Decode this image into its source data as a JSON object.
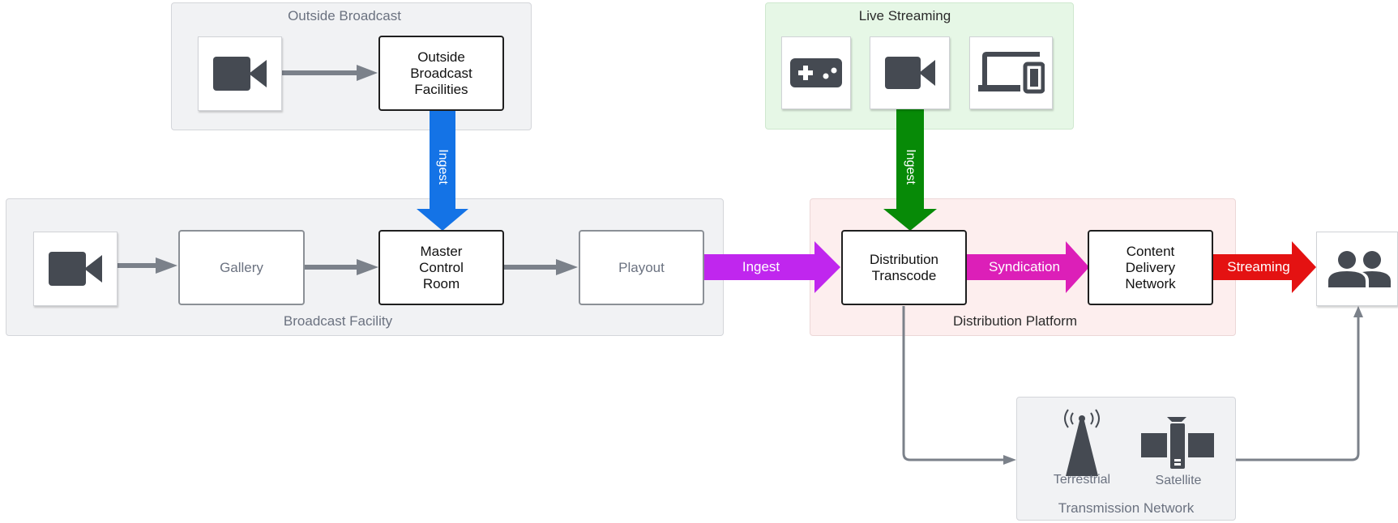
{
  "groups": {
    "outside_broadcast": "Outside Broadcast",
    "live_streaming": "Live Streaming",
    "broadcast_facility": "Broadcast Facility",
    "distribution_platform": "Distribution Platform",
    "transmission_network": "Transmission Network"
  },
  "nodes": {
    "ob_facilities": "Outside\nBroadcast\nFacilities",
    "gallery": "Gallery",
    "master_control_room": "Master\nControl\nRoom",
    "playout": "Playout",
    "distribution_transcode": "Distribution\nTranscode",
    "cdn": "Content\nDelivery\nNetwork"
  },
  "flows": {
    "ob_ingest": "Ingest",
    "live_ingest": "Ingest",
    "playout_ingest": "Ingest",
    "syndication": "Syndication",
    "streaming": "Streaming"
  },
  "icons": {
    "terrestrial": "Terrestrial",
    "satellite": "Satellite",
    "ob_camera": "video-camera-icon",
    "live_gamepad": "gamepad-icon",
    "live_camera": "video-camera-icon",
    "live_devices": "devices-icon",
    "bf_camera": "video-camera-icon",
    "audience": "users-icon",
    "antenna": "antenna-icon",
    "satellite_icon": "satellite-icon"
  },
  "colors": {
    "blue": "#1473e6",
    "green": "#078a07",
    "purple": "#c026ee",
    "magenta": "#dc1fb8",
    "red": "#e41212",
    "connector": "#7b818a",
    "icon": "#454a52"
  }
}
